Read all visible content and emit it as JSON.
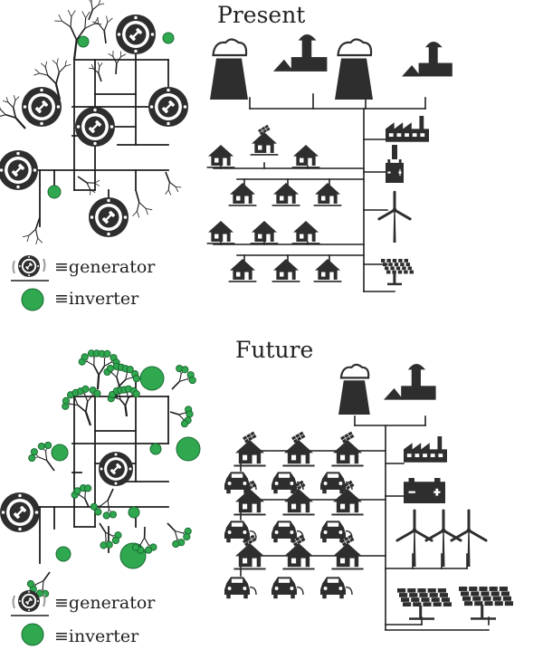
{
  "colors": {
    "ink": "#2e2e2e",
    "line": "#1f1f1f",
    "inverter_green": "#2fa84f",
    "arrow_grey": "#9a9a9a"
  },
  "present": {
    "title": "Present",
    "legend": {
      "generator_label": "≡generator",
      "inverter_label": "≡inverter"
    },
    "grid_assets": [
      "coal-plant-icon",
      "nuclear-plant-icon",
      "factory-icon",
      "home-icon",
      "battery-icon",
      "wind-turbine-icon",
      "solar-panel-icon"
    ]
  },
  "future": {
    "title": "Future",
    "legend": {
      "generator_label": "≡generator",
      "inverter_label": "≡inverter"
    },
    "grid_assets": [
      "nuclear-plant-icon",
      "coal-plant-icon",
      "factory-icon",
      "home-with-solar-icon",
      "electric-car-icon",
      "battery-icon",
      "wind-turbine-icon",
      "solar-panel-icon"
    ]
  }
}
